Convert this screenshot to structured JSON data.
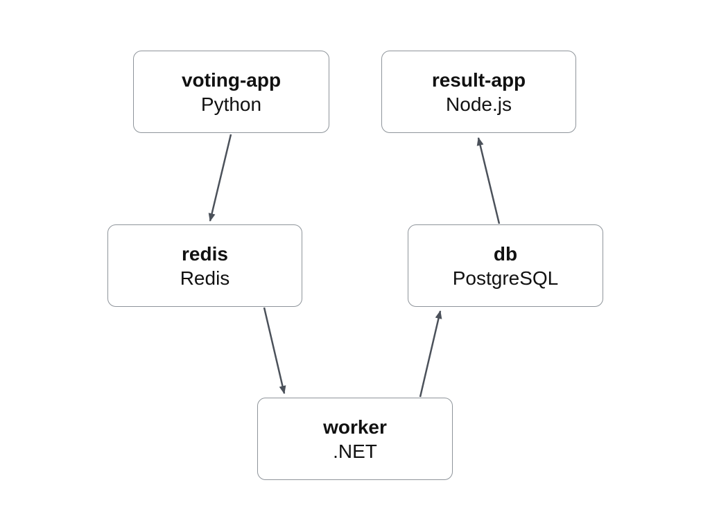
{
  "diagram": {
    "nodes": [
      {
        "id": "voting-app",
        "title": "voting-app",
        "subtitle": "Python"
      },
      {
        "id": "result-app",
        "title": "result-app",
        "subtitle": "Node.js"
      },
      {
        "id": "redis",
        "title": "redis",
        "subtitle": "Redis"
      },
      {
        "id": "db",
        "title": "db",
        "subtitle": "PostgreSQL"
      },
      {
        "id": "worker",
        "title": "worker",
        "subtitle": ".NET"
      }
    ],
    "edges": [
      {
        "from": "voting-app",
        "to": "redis"
      },
      {
        "from": "redis",
        "to": "worker"
      },
      {
        "from": "worker",
        "to": "db"
      },
      {
        "from": "db",
        "to": "result-app"
      }
    ],
    "colors": {
      "background": "#ffffff",
      "node_border": "#8e949a",
      "arrow": "#4b515a",
      "text": "#111111"
    }
  }
}
